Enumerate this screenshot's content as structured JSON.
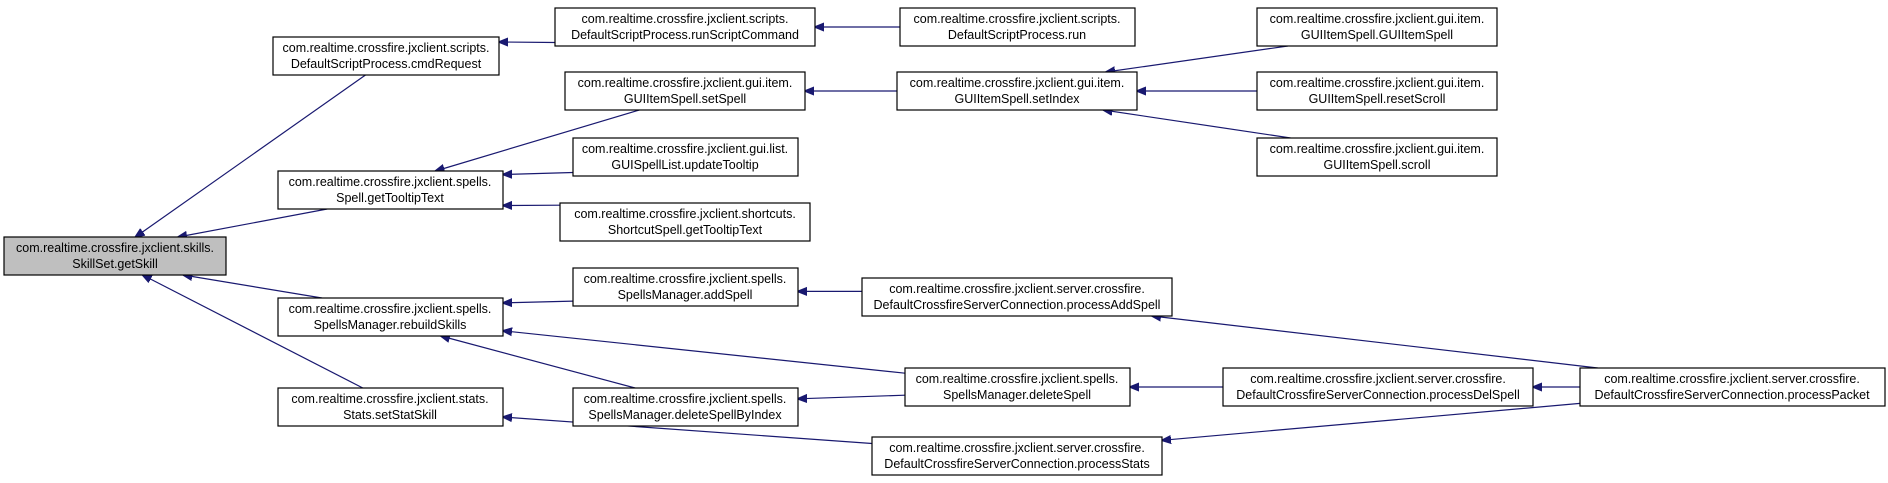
{
  "colors": {
    "edge": "#191970",
    "root_fill": "#bfbfbf",
    "node_fill": "#ffffff",
    "border": "#000000"
  },
  "nodes": {
    "getSkill": {
      "line1": "com.realtime.crossfire.jxclient.skills.",
      "line2": "SkillSet.getSkill"
    },
    "cmdRequest": {
      "line1": "com.realtime.crossfire.jxclient.scripts.",
      "line2": "DefaultScriptProcess.cmdRequest"
    },
    "getTooltipTextSpell": {
      "line1": "com.realtime.crossfire.jxclient.spells.",
      "line2": "Spell.getTooltipText"
    },
    "rebuildSkills": {
      "line1": "com.realtime.crossfire.jxclient.spells.",
      "line2": "SpellsManager.rebuildSkills"
    },
    "setStatSkill": {
      "line1": "com.realtime.crossfire.jxclient.stats.",
      "line2": "Stats.setStatSkill"
    },
    "runScriptCommand": {
      "line1": "com.realtime.crossfire.jxclient.scripts.",
      "line2": "DefaultScriptProcess.runScriptCommand"
    },
    "setSpell": {
      "line1": "com.realtime.crossfire.jxclient.gui.item.",
      "line2": "GUIItemSpell.setSpell"
    },
    "updateTooltip": {
      "line1": "com.realtime.crossfire.jxclient.gui.list.",
      "line2": "GUISpellList.updateTooltip"
    },
    "shortcutTooltip": {
      "line1": "com.realtime.crossfire.jxclient.shortcuts.",
      "line2": "ShortcutSpell.getTooltipText"
    },
    "addSpell": {
      "line1": "com.realtime.crossfire.jxclient.spells.",
      "line2": "SpellsManager.addSpell"
    },
    "deleteSpellByIndex": {
      "line1": "com.realtime.crossfire.jxclient.spells.",
      "line2": "SpellsManager.deleteSpellByIndex"
    },
    "run": {
      "line1": "com.realtime.crossfire.jxclient.scripts.",
      "line2": "DefaultScriptProcess.run"
    },
    "setIndex": {
      "line1": "com.realtime.crossfire.jxclient.gui.item.",
      "line2": "GUIItemSpell.setIndex"
    },
    "processAddSpell": {
      "line1": "com.realtime.crossfire.jxclient.server.crossfire.",
      "line2": "DefaultCrossfireServerConnection.processAddSpell"
    },
    "deleteSpell": {
      "line1": "com.realtime.crossfire.jxclient.spells.",
      "line2": "SpellsManager.deleteSpell"
    },
    "processStats": {
      "line1": "com.realtime.crossfire.jxclient.server.crossfire.",
      "line2": "DefaultCrossfireServerConnection.processStats"
    },
    "guiItemSpellCtor": {
      "line1": "com.realtime.crossfire.jxclient.gui.item.",
      "line2": "GUIItemSpell.GUIItemSpell"
    },
    "resetScroll": {
      "line1": "com.realtime.crossfire.jxclient.gui.item.",
      "line2": "GUIItemSpell.resetScroll"
    },
    "scroll": {
      "line1": "com.realtime.crossfire.jxclient.gui.item.",
      "line2": "GUIItemSpell.scroll"
    },
    "processDelSpell": {
      "line1": "com.realtime.crossfire.jxclient.server.crossfire.",
      "line2": "DefaultCrossfireServerConnection.processDelSpell"
    },
    "processPacket": {
      "line1": "com.realtime.crossfire.jxclient.server.crossfire.",
      "line2": "DefaultCrossfireServerConnection.processPacket"
    }
  },
  "edges": [
    {
      "from": "cmdRequest",
      "to": "getSkill"
    },
    {
      "from": "getTooltipTextSpell",
      "to": "getSkill"
    },
    {
      "from": "rebuildSkills",
      "to": "getSkill"
    },
    {
      "from": "setStatSkill",
      "to": "getSkill"
    },
    {
      "from": "runScriptCommand",
      "to": "cmdRequest"
    },
    {
      "from": "run",
      "to": "runScriptCommand"
    },
    {
      "from": "setSpell",
      "to": "getTooltipTextSpell"
    },
    {
      "from": "updateTooltip",
      "to": "getTooltipTextSpell"
    },
    {
      "from": "shortcutTooltip",
      "to": "getTooltipTextSpell"
    },
    {
      "from": "setIndex",
      "to": "setSpell"
    },
    {
      "from": "guiItemSpellCtor",
      "to": "setIndex"
    },
    {
      "from": "resetScroll",
      "to": "setIndex"
    },
    {
      "from": "scroll",
      "to": "setIndex"
    },
    {
      "from": "addSpell",
      "to": "rebuildSkills"
    },
    {
      "from": "deleteSpellByIndex",
      "to": "rebuildSkills"
    },
    {
      "from": "deleteSpell",
      "to": "rebuildSkills"
    },
    {
      "from": "processAddSpell",
      "to": "addSpell"
    },
    {
      "from": "processPacket",
      "to": "processAddSpell"
    },
    {
      "from": "deleteSpell",
      "to": "deleteSpellByIndex"
    },
    {
      "from": "processDelSpell",
      "to": "deleteSpell"
    },
    {
      "from": "processPacket",
      "to": "processDelSpell"
    },
    {
      "from": "processStats",
      "to": "setStatSkill"
    },
    {
      "from": "processPacket",
      "to": "processStats"
    }
  ]
}
